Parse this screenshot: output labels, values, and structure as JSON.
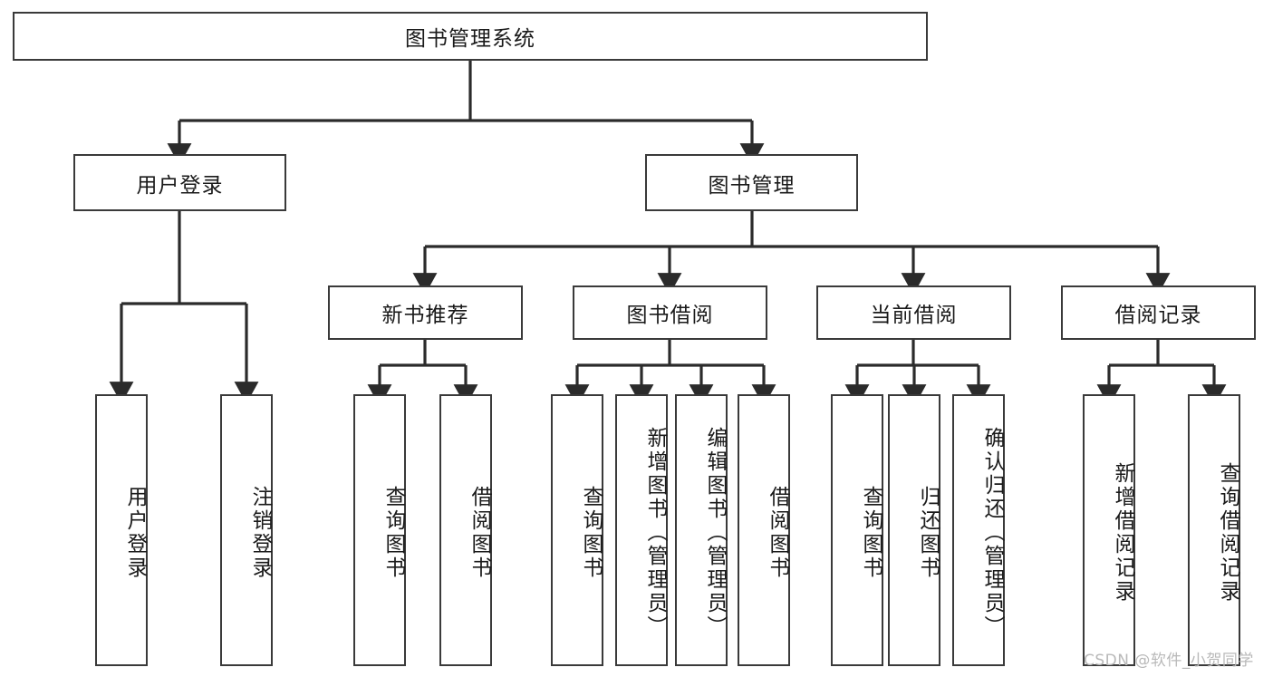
{
  "diagram": {
    "title": "图书管理系统",
    "type": "hierarchy-tree",
    "watermark": "CSDN @软件_小贺同学",
    "colors": {
      "box_border": "#3a3a3a",
      "box_fill": "#ffffff",
      "connector": "#2b2b2b",
      "text": "#1a1a1a",
      "watermark": "#b9b9b9"
    },
    "levels": {
      "root": "图书管理系统",
      "level2": [
        "用户登录",
        "图书管理"
      ],
      "level3": [
        "新书推荐",
        "图书借阅",
        "当前借阅",
        "借阅记录"
      ]
    },
    "nodes": {
      "root": {
        "label": "图书管理系统",
        "orientation": "horizontal"
      },
      "user_login": {
        "label": "用户登录",
        "orientation": "horizontal"
      },
      "book_manage": {
        "label": "图书管理",
        "orientation": "horizontal"
      },
      "new_book_rec": {
        "label": "新书推荐",
        "orientation": "horizontal"
      },
      "book_borrow": {
        "label": "图书借阅",
        "orientation": "horizontal"
      },
      "current_borrow": {
        "label": "当前借阅",
        "orientation": "horizontal"
      },
      "borrow_record": {
        "label": "借阅记录",
        "orientation": "horizontal"
      },
      "leaf_user_login": {
        "label": "用户登录",
        "orientation": "vertical"
      },
      "leaf_logout": {
        "label": "注销登录",
        "orientation": "vertical"
      },
      "leaf_query_book_1": {
        "label": "查询图书",
        "orientation": "vertical"
      },
      "leaf_borrow_book_1": {
        "label": "借阅图书",
        "orientation": "vertical"
      },
      "leaf_query_book_2": {
        "label": "查询图书",
        "orientation": "vertical"
      },
      "leaf_add_book": {
        "label": "新增图书（管理员）",
        "orientation": "vertical"
      },
      "leaf_edit_book": {
        "label": "编辑图书（管理员）",
        "orientation": "vertical"
      },
      "leaf_borrow_book_2": {
        "label": "借阅图书",
        "orientation": "vertical"
      },
      "leaf_query_book_3": {
        "label": "查询图书",
        "orientation": "vertical"
      },
      "leaf_return_book": {
        "label": "归还图书",
        "orientation": "vertical"
      },
      "leaf_confirm_return": {
        "label": "确认归还（管理员）",
        "orientation": "vertical"
      },
      "leaf_add_record": {
        "label": "新增借阅记录",
        "orientation": "vertical"
      },
      "leaf_query_record": {
        "label": "查询借阅记录",
        "orientation": "vertical"
      }
    },
    "edges": [
      {
        "from": "图书管理系统",
        "to": "用户登录"
      },
      {
        "from": "图书管理系统",
        "to": "图书管理"
      },
      {
        "from": "用户登录",
        "to": "用户登录"
      },
      {
        "from": "用户登录",
        "to": "注销登录"
      },
      {
        "from": "图书管理",
        "to": "新书推荐"
      },
      {
        "from": "图书管理",
        "to": "图书借阅"
      },
      {
        "from": "图书管理",
        "to": "当前借阅"
      },
      {
        "from": "图书管理",
        "to": "借阅记录"
      },
      {
        "from": "新书推荐",
        "to": "查询图书"
      },
      {
        "from": "新书推荐",
        "to": "借阅图书"
      },
      {
        "from": "图书借阅",
        "to": "查询图书"
      },
      {
        "from": "图书借阅",
        "to": "新增图书（管理员）"
      },
      {
        "from": "图书借阅",
        "to": "编辑图书（管理员）"
      },
      {
        "from": "图书借阅",
        "to": "借阅图书"
      },
      {
        "from": "当前借阅",
        "to": "查询图书"
      },
      {
        "from": "当前借阅",
        "to": "归还图书"
      },
      {
        "from": "当前借阅",
        "to": "确认归还（管理员）"
      },
      {
        "from": "借阅记录",
        "to": "新增借阅记录"
      },
      {
        "from": "借阅记录",
        "to": "查询借阅记录"
      }
    ]
  }
}
